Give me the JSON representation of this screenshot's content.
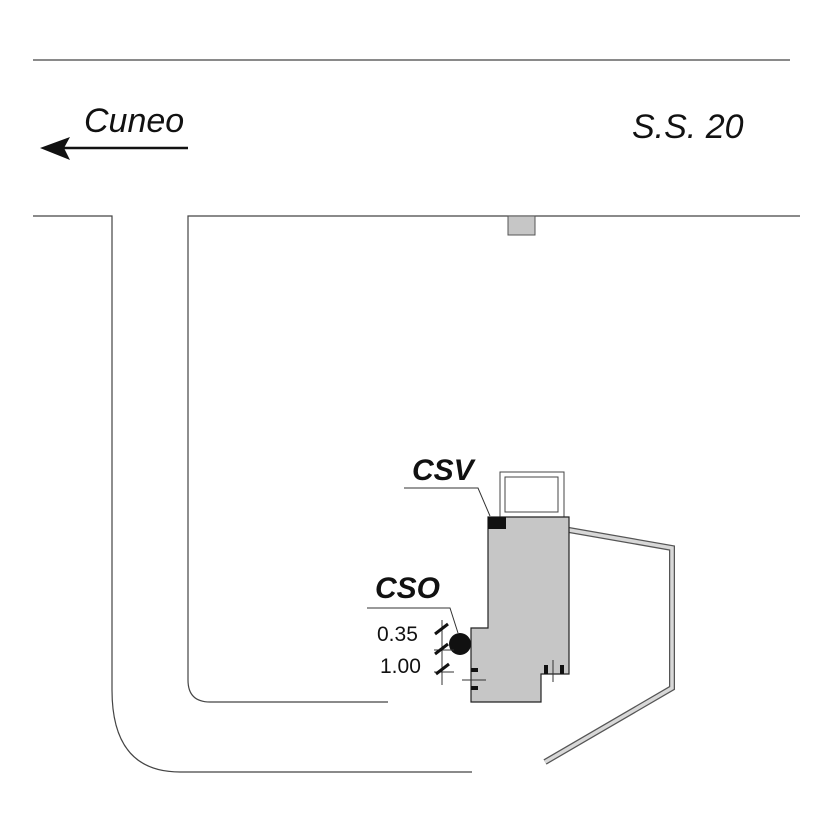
{
  "labels": {
    "direction": "Cuneo",
    "road": "S.S. 20",
    "csv": "CSV",
    "cso": "CSO",
    "depth_1": "0.35",
    "depth_2": "1.00"
  },
  "colors": {
    "building": "#c6c6c6",
    "fence": "#d8d8d8",
    "line": "#333333"
  }
}
